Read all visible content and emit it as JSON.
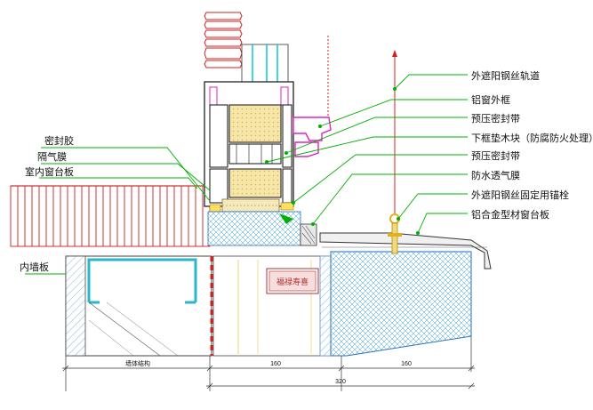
{
  "labels_right": [
    "外遮阳钢丝轨道",
    "铝窗外框",
    "预压密封带",
    "下框垫木块（防腐防火处理）",
    "预压密封带",
    "防水透气膜",
    "外遮阳钢丝固定用锚栓",
    "铝合金型材窗台板"
  ],
  "labels_left": [
    "密封胶",
    "隔气膜",
    "室内窗台板"
  ],
  "label_wall": "内墙板",
  "dimensions": {
    "left_segment": "墙体结构",
    "mid_segment": "160",
    "right_segment": "160",
    "total": "320"
  },
  "decoration": "福禄寿喜",
  "colors": {
    "leader_green": "#00b000",
    "brick_red": "#cc3333",
    "insulation_cyan": "#2ab7c9",
    "hatch_blue": "#5a8fd0",
    "frame_magenta": "#e020c0",
    "glass_cyan": "#00c8d8",
    "wood_tan": "#f4e9b8",
    "gold": "#e0b020"
  }
}
